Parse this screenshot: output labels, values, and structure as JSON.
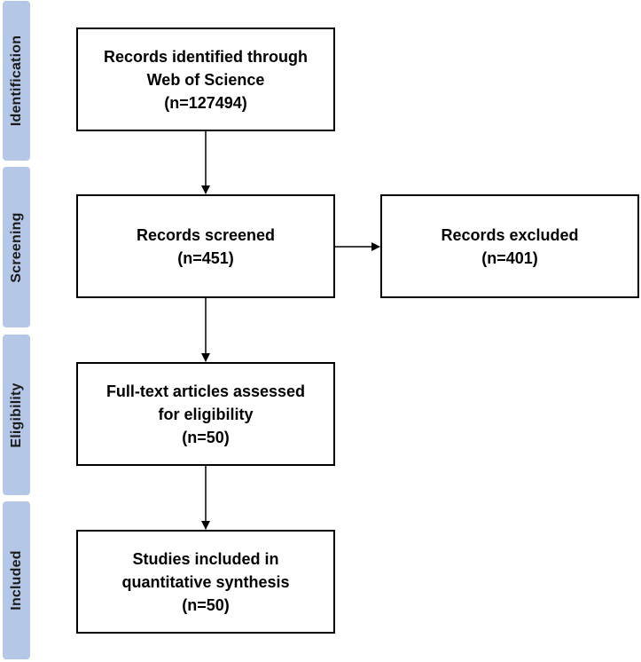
{
  "phases": [
    {
      "label": "Identification"
    },
    {
      "label": "Screening"
    },
    {
      "label": "Eligibility"
    },
    {
      "label": "Included"
    }
  ],
  "boxes": {
    "identified": {
      "lines": [
        "Records identified through",
        "Web of Science",
        "(n=127494)"
      ]
    },
    "screened": {
      "lines": [
        "Records screened",
        "(n=451)"
      ]
    },
    "excluded": {
      "lines": [
        "Records excluded",
        "(n=401)"
      ]
    },
    "fulltext": {
      "lines": [
        "Full-text articles assessed",
        "for eligibility",
        "(n=50)"
      ]
    },
    "included": {
      "lines": [
        "Studies included in",
        "quantitative synthesis",
        "(n=50)"
      ]
    }
  },
  "colors": {
    "phase_bar": "#b4c7e7",
    "box_border": "#000000",
    "arrow": "#000000"
  }
}
